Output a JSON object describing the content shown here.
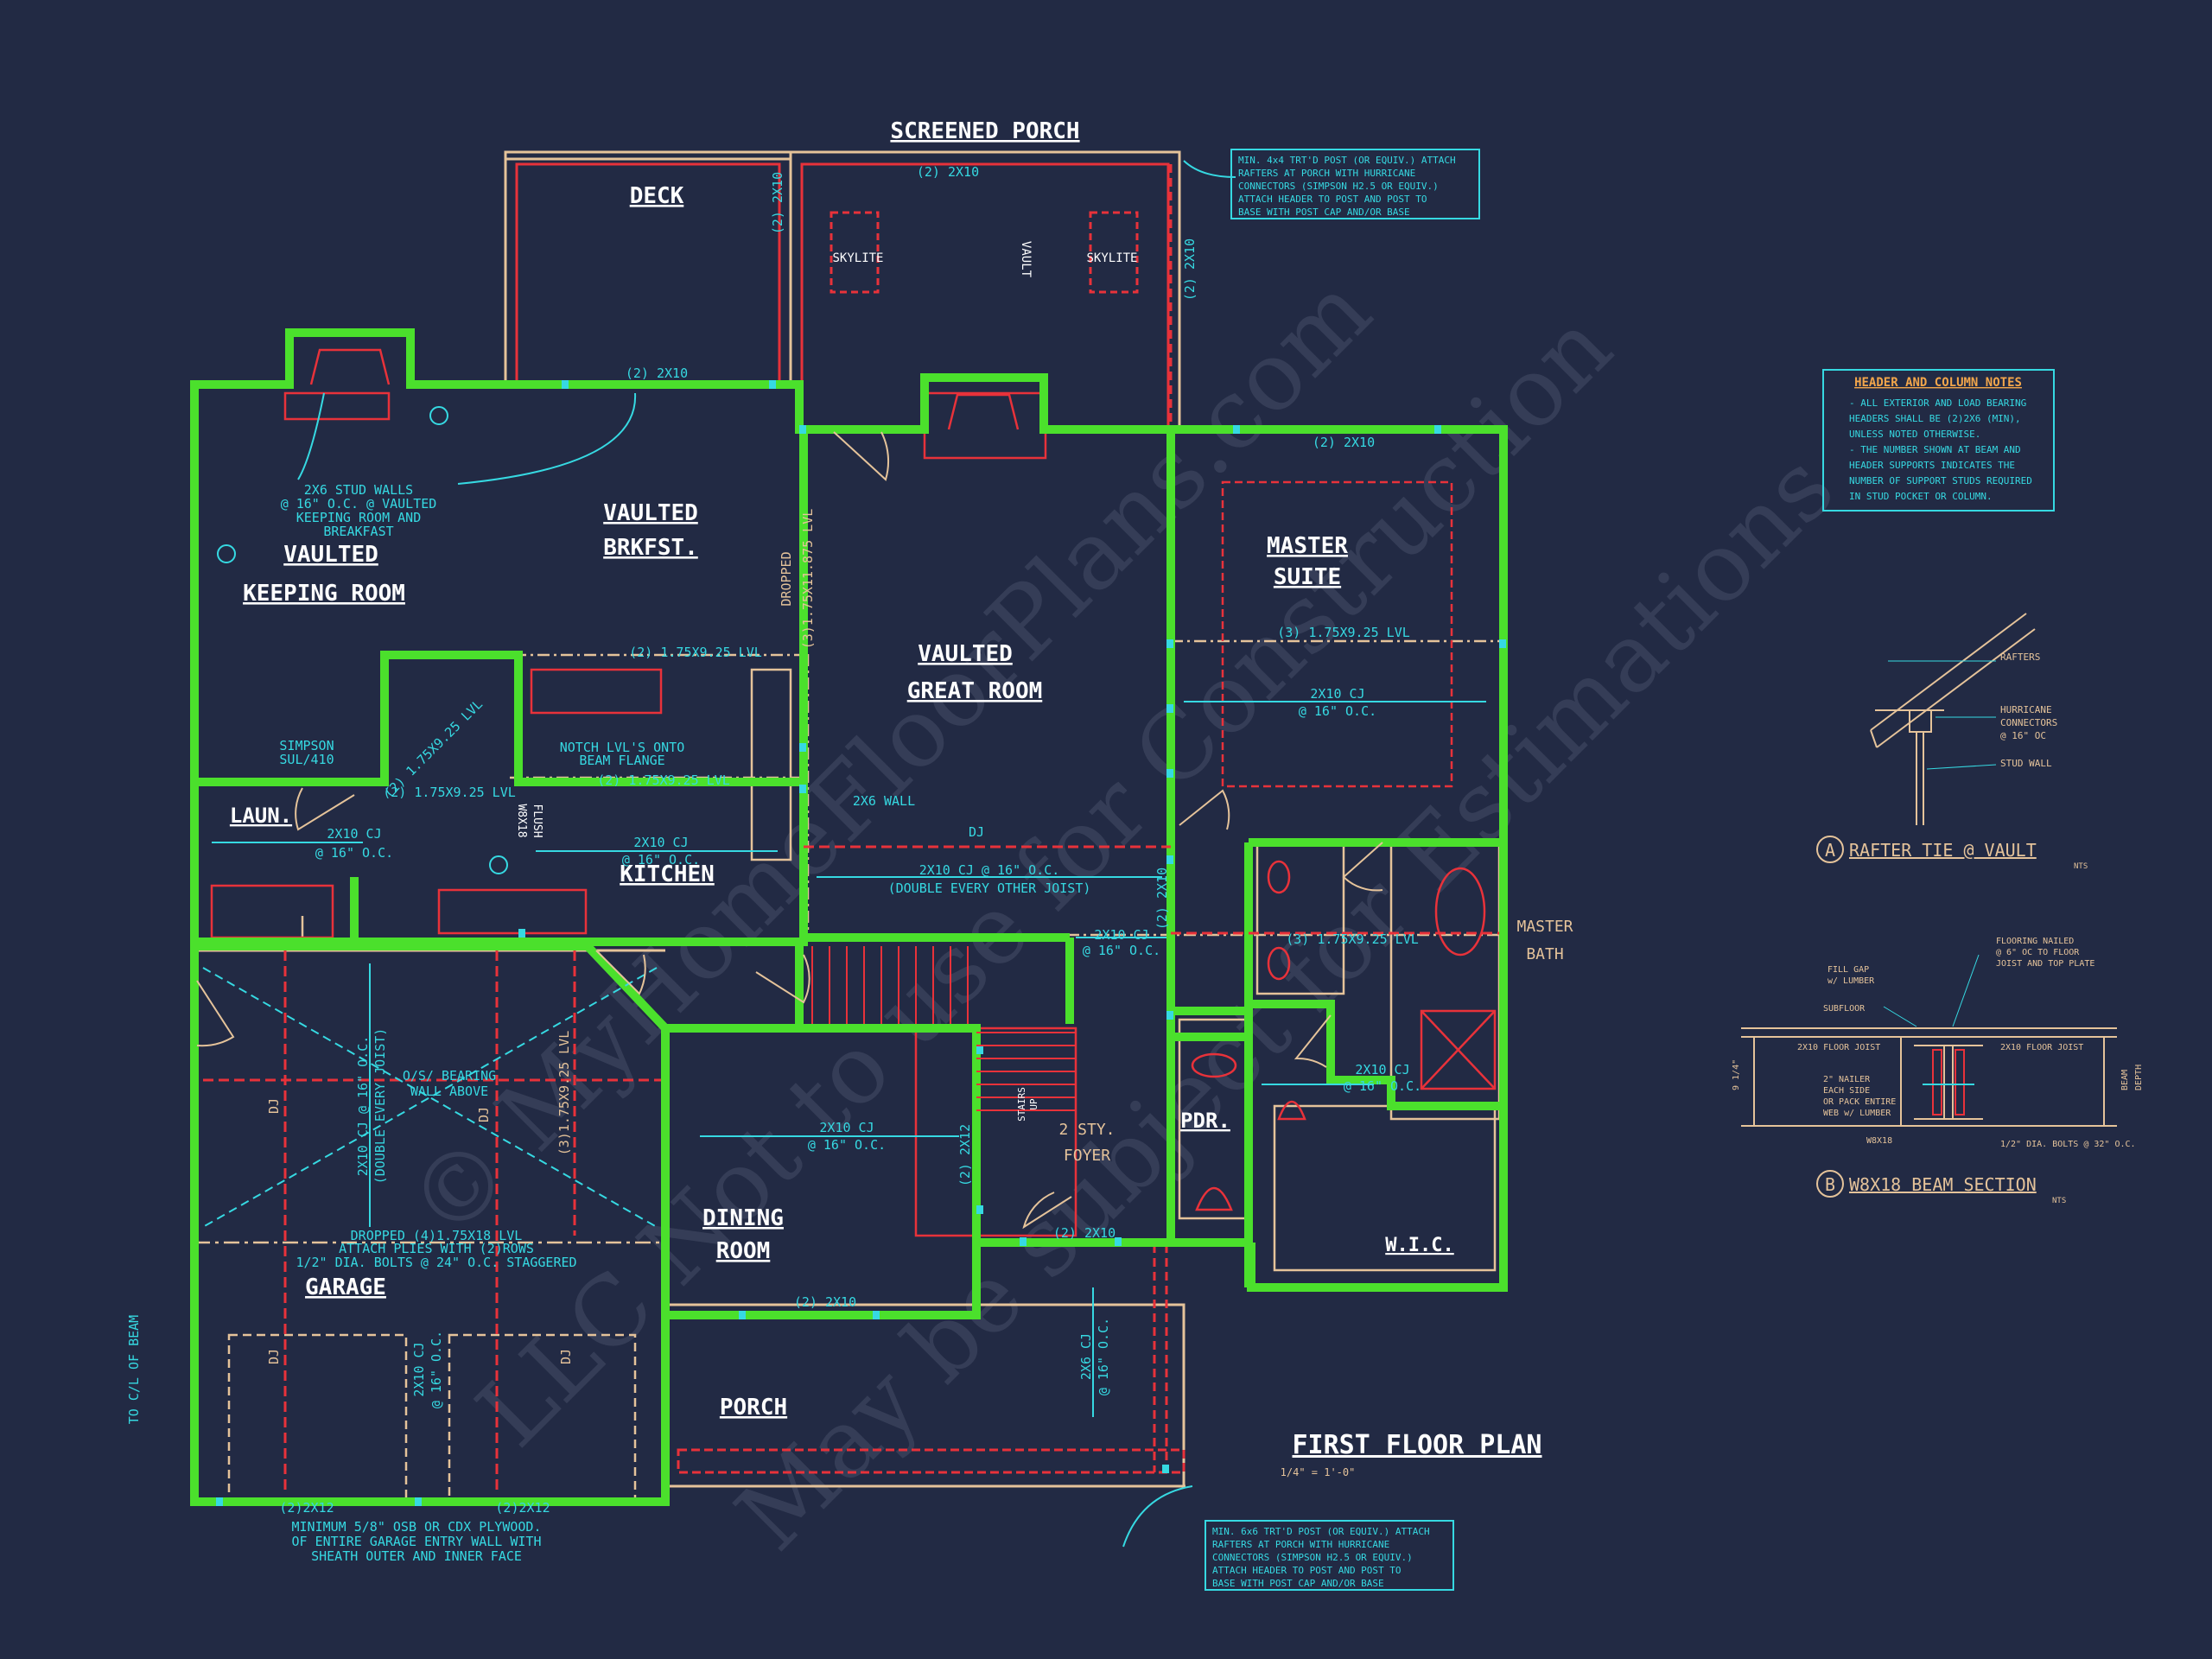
{
  "title": {
    "main": "FIRST FLOOR PLAN",
    "scale": "1/4\" = 1'-0\""
  },
  "rooms": {
    "screened_porch": "SCREENED PORCH",
    "deck": "DECK",
    "vaulted_keeping_1": "VAULTED",
    "vaulted_keeping_2": "KEEPING ROOM",
    "vaulted_brkfst_1": "VAULTED",
    "vaulted_brkfst_2": "BRKFST.",
    "master_1": "MASTER",
    "master_2": "SUITE",
    "great_1": "VAULTED",
    "great_2": "GREAT ROOM",
    "laun": "LAUN.",
    "kitchen": "KITCHEN",
    "master_bath_1": "MASTER",
    "master_bath_2": "BATH",
    "pdr": "PDR.",
    "foyer_1": "2 STY.",
    "foyer_2": "FOYER",
    "dining_1": "DINING",
    "dining_2": "ROOM",
    "garage": "GARAGE",
    "porch": "PORCH",
    "wic": "W.I.C.",
    "skylite": "SKYLITE",
    "vault": "VAULT"
  },
  "labels": {
    "h2x10": "(2) 2X10",
    "h2x12": "(2) 2X12",
    "h2x12b": "(2)2X12",
    "lvl_925": "(2) 1.75X9.25 LVL",
    "lvl_925_3": "(3) 1.75X9.25 LVL",
    "lvl_975": "(3)1.75X11.875 LVL",
    "dropped": "DROPPED",
    "cj_16": "2X10 CJ",
    "oc_16": "@ 16\" O.C.",
    "cj_double": "2X10 CJ @ 16\" O.C.",
    "cj_double_2": "(DOUBLE EVERY OTHER JOIST)",
    "cj_garage": "2X10 CJ @ 16\" O.C.",
    "cj_garage_2": "(DOUBLE EVERY JOIST)",
    "x2x6_cj": "2X6 CJ",
    "dj": "DJ",
    "wall_2x6": "2X6 WALL",
    "bearing_1": "O/S/ BEARING",
    "bearing_2": "WALL ABOVE",
    "garage_beam_1": "DROPPED (4)1.75X18 LVL",
    "garage_beam_2": "ATTACH PLIES WITH (2)ROWS",
    "garage_beam_3": "1/2\" DIA. BOLTS @ 24\" O.C. STAGGERED",
    "garage_lvl": "(3)1.75X9.25 LVL",
    "simpson": "SIMPSON",
    "simpson_2": "SUL/410",
    "notch_1": "NOTCH LVL'S ONTO",
    "notch_2": "BEAM FLANGE",
    "w8x18": "W8X18",
    "flush": "FLUSH",
    "stud_1": "2X6 STUD WALLS",
    "stud_2": "@ 16\" O.C. @ VAULTED",
    "stud_3": "KEEPING ROOM AND",
    "stud_4": "BREAKFAST",
    "garage_note_1": "MINIMUM 5/8\" OSB OR CDX PLYWOOD.",
    "garage_note_2": "OF ENTIRE GARAGE ENTRY WALL WITH",
    "garage_note_3": "SHEATH OUTER AND INNER FACE",
    "to_cl": "TO C/L OF BEAM",
    "up": "UP",
    "stairs": "STAIRS"
  },
  "notes": {
    "porch_top": [
      "MIN. 4x4 TRT'D POST (OR EQUIV.) ATTACH",
      "RAFTERS AT PORCH WITH HURRICANE",
      "CONNECTORS (SIMPSON H2.5 OR EQUIV.)",
      "ATTACH HEADER TO POST AND POST TO",
      "BASE WITH POST CAP AND/OR BASE"
    ],
    "porch_bottom": [
      "MIN. 6x6 TRT'D POST (OR EQUIV.) ATTACH",
      "RAFTERS AT PORCH WITH HURRICANE",
      "CONNECTORS (SIMPSON H2.5 OR EQUIV.)",
      "ATTACH HEADER TO POST AND POST TO",
      "BASE WITH POST CAP AND/OR BASE"
    ],
    "header_title": "HEADER AND COLUMN NOTES",
    "header_lines": [
      "- ALL EXTERIOR AND LOAD BEARING",
      "HEADERS SHALL BE (2)2X6 (MIN),",
      "UNLESS NOTED OTHERWISE.",
      "- THE NUMBER SHOWN AT BEAM AND",
      "HEADER SUPPORTS INDICATES THE",
      "NUMBER OF SUPPORT STUDS REQUIRED",
      "IN STUD POCKET OR COLUMN."
    ]
  },
  "details": {
    "a_letter": "A",
    "a_title": "RAFTER TIE @ VAULT",
    "a_nts": "NTS",
    "a_rafters": "RAFTERS",
    "a_hurricane_1": "HURRICANE",
    "a_hurricane_2": "CONNECTORS",
    "a_hurricane_3": "@ 16\" OC",
    "a_stud": "STUD WALL",
    "b_letter": "B",
    "b_title": "W8X18 BEAM SECTION",
    "b_nts": "NTS",
    "b_flooring_1": "FLOORING NAILED",
    "b_flooring_2": "@ 6\" OC TO FLOOR",
    "b_flooring_3": "JOIST AND TOP PLATE",
    "b_fill_1": "FILL GAP",
    "b_fill_2": "w/ LUMBER",
    "b_subfloor": "SUBFLOOR",
    "b_joist_l": "2X10 FLOOR JOIST",
    "b_joist_r": "2X10 FLOOR JOIST",
    "b_nailer_1": "2\" NAILER",
    "b_nailer_2": "EACH SIDE",
    "b_nailer_3": "OR PACK ENTIRE",
    "b_nailer_4": "WEB w/ LUMBER",
    "b_w8": "W8X18",
    "b_bolts": "1/2\" DIA. BOLTS @ 32\" O.C.",
    "b_height": "9 1/4\"",
    "b_depth_1": "BEAM",
    "b_depth_2": "DEPTH"
  },
  "watermark": {
    "line1": "© MyHomeFloorPlans.com",
    "line2": "LLC Not to use for Construction",
    "line3": "May be subject for Estimations"
  }
}
